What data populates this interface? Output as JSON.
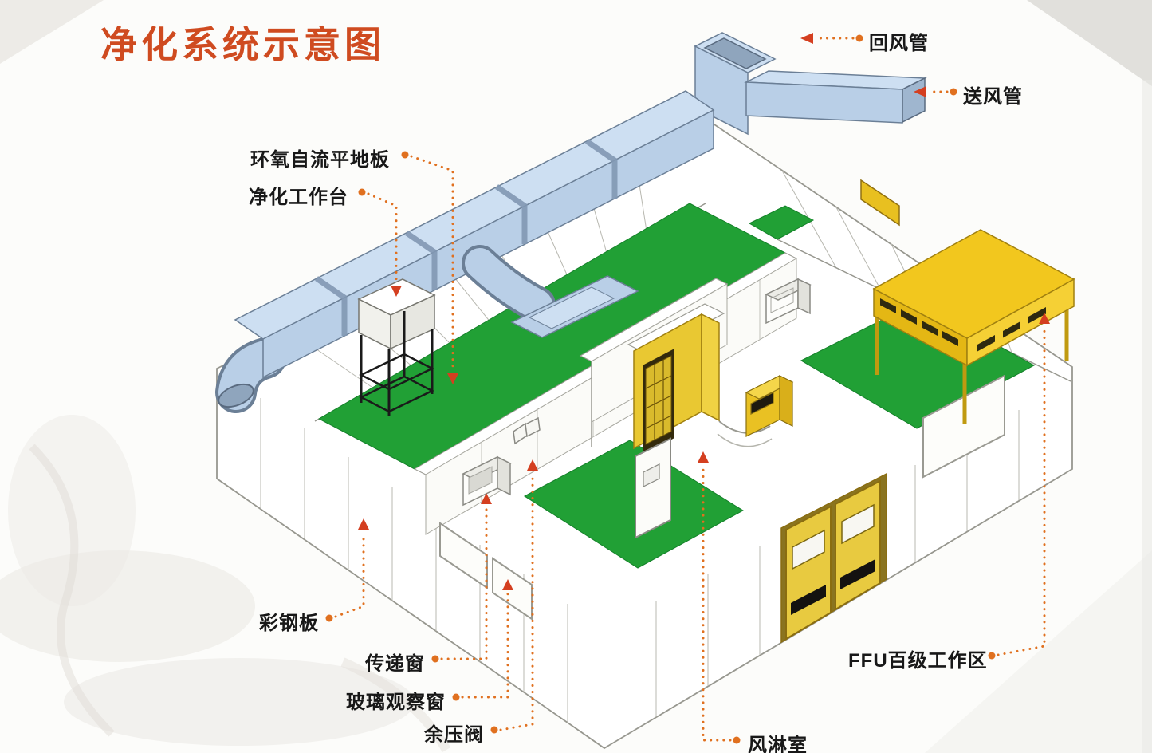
{
  "title": "净化系统示意图",
  "labels": {
    "return_duct": "回风管",
    "supply_duct": "送风管",
    "epoxy_floor": "环氧自流平地板",
    "clean_workbench": "净化工作台",
    "color_steel_panel": "彩钢板",
    "transfer_window": "传递窗",
    "glass_observation_window": "玻璃观察窗",
    "residual_pressure_valve": "余压阀",
    "air_shower": "风淋室",
    "ffu_area": "FFU百级工作区"
  },
  "colors": {
    "title_text": "#cf4b20",
    "label_text": "#181818",
    "leader_line": "#e0701f",
    "arrow": "#d43f20",
    "duct_blue": "#b9cfe7",
    "duct_top_blue": "#cddff2",
    "floor_green": "#21a035",
    "ffu_yellow": "#f2c71e",
    "door_yellow": "#e8ca40",
    "wall_white": "#ffffff"
  }
}
